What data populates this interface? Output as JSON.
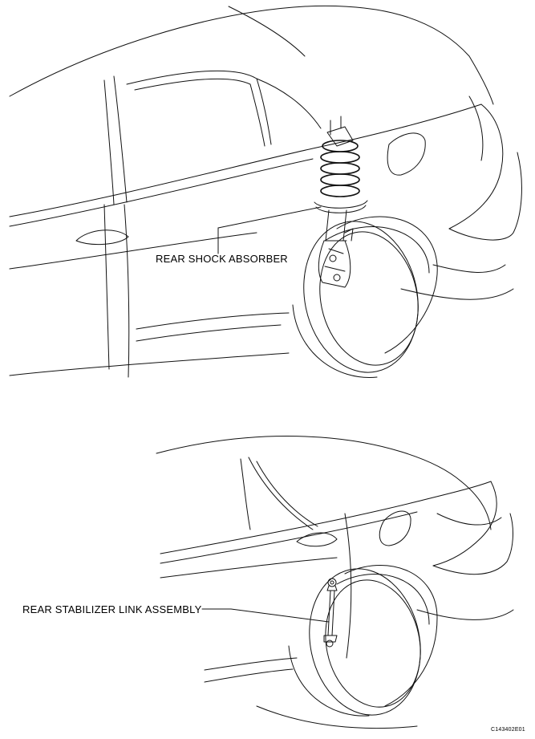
{
  "labels": {
    "rear_shock_absorber": "REAR SHOCK ABSORBER",
    "rear_stabilizer_link": "REAR STABILIZER LINK ASSEMBLY",
    "figure_code": "C143402E01"
  },
  "colors": {
    "line": "#111111",
    "background": "#ffffff"
  }
}
